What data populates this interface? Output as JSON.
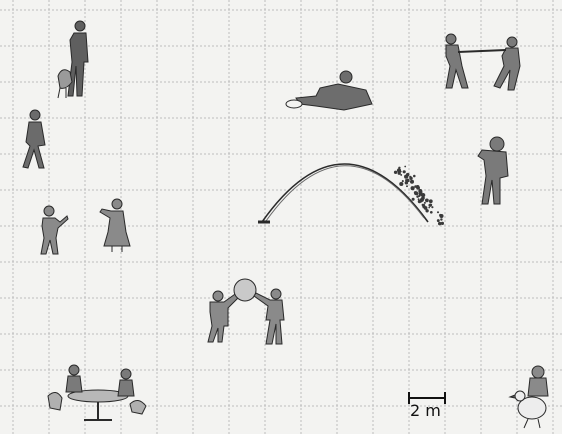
{
  "scale_bar": {
    "label": "2 m"
  },
  "colors": {
    "background": "#f3f3f1",
    "grid": "#bdbdbd",
    "ink": "#2a2a2a",
    "figure_gray": "#6d6d6d",
    "ball": "#c9c9c9"
  },
  "figures": [
    "man-with-dog",
    "woman-walking",
    "tug-of-war-children",
    "reclining-man",
    "boy-watering",
    "two-children-talking",
    "water-jet-fountain",
    "children-with-ball",
    "children-at-round-table",
    "child-with-duck"
  ]
}
